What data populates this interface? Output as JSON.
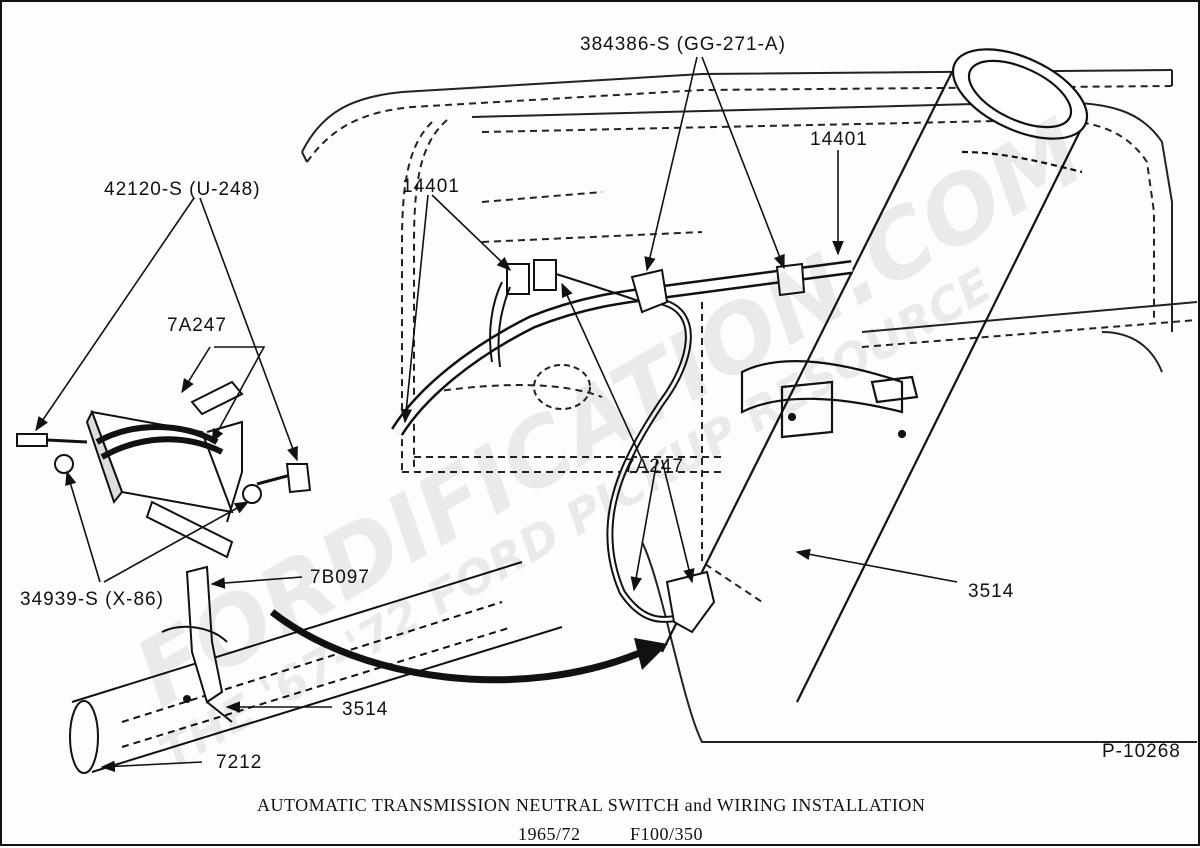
{
  "labels": {
    "nut_ref": "384386-S (GG-271-A)",
    "conduit_right": "14401",
    "conduit_left": "14401",
    "bolt_ref": "42120-S (U-248)",
    "switch_top": "7A247",
    "switch_mid": "7A247",
    "washer_ref": "34939-S (X-86)",
    "bracket_ref": "7B097",
    "column_right": "3514",
    "column_left": "3514",
    "tube_ref": "7212",
    "figure_no": "P-10268"
  },
  "caption": {
    "line1": "AUTOMATIC TRANSMISSION NEUTRAL SWITCH and WIRING INSTALLATION",
    "line2_years": "1965/72",
    "line2_models": "F100/350"
  },
  "watermark": {
    "line1": "FORDIFICATION.COM",
    "line2": "THE '67-'72 FORD PICKUP RESOURCE"
  }
}
